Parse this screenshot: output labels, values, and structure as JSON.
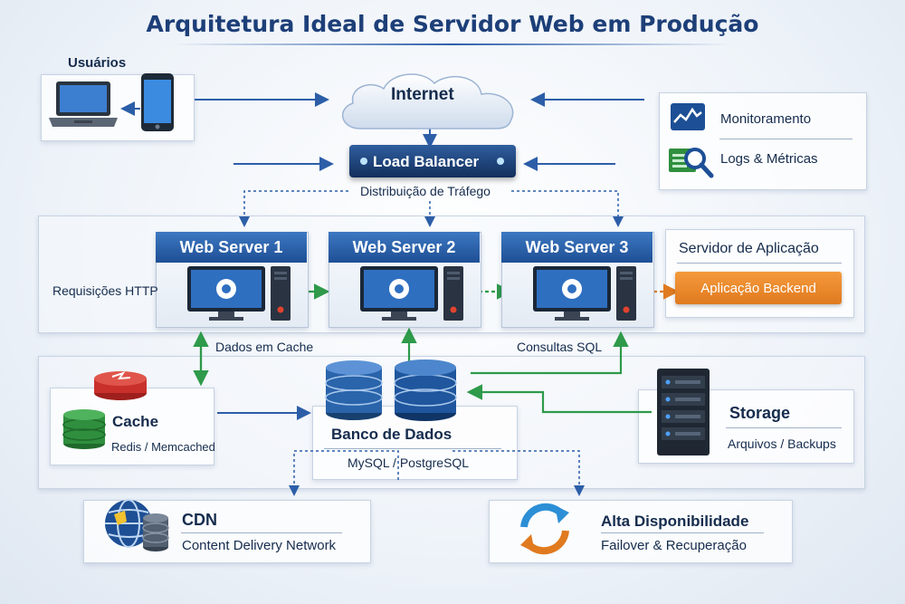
{
  "title": "Arquitetura Ideal de Servidor Web em Produção",
  "users": {
    "label": "Usuários"
  },
  "internet": {
    "label": "Internet"
  },
  "load_balancer": {
    "label": "Load Balancer"
  },
  "traffic": {
    "label": "Distribuição de Tráfego"
  },
  "monitoring": {
    "monitor_label": "Monitoramento",
    "logs_label": "Logs & Métricas"
  },
  "web_servers": [
    {
      "label": "Web Server 1"
    },
    {
      "label": "Web Server 2"
    },
    {
      "label": "Web Server 3"
    }
  ],
  "http_requests": {
    "label": "Requisições HTTP"
  },
  "app_server": {
    "title": "Servidor de Aplicação",
    "backend_label": "Aplicação Backend"
  },
  "cache_flow": {
    "label": "Dados em Cache"
  },
  "sql_flow": {
    "label": "Consultas SQL"
  },
  "cache": {
    "title": "Cache",
    "subtitle": "Redis / Memcached"
  },
  "database": {
    "title": "Banco de Dados",
    "subtitle": "MySQL / PostgreSQL"
  },
  "storage": {
    "title": "Storage",
    "subtitle": "Arquivos / Backups"
  },
  "cdn": {
    "title": "CDN",
    "subtitle": "Content Delivery Network"
  },
  "ha": {
    "title": "Alta Disponibilidade",
    "subtitle": "Failover & Recuperação"
  },
  "colors": {
    "primary_blue": "#1e4f95",
    "arrow_blue": "#2c5ea8",
    "arrow_green": "#2e9a4a",
    "arrow_orange": "#e07a1f",
    "backend_orange": "#ee8a2a",
    "cache_red": "#c9302c",
    "cache_green": "#2f8f3e"
  }
}
